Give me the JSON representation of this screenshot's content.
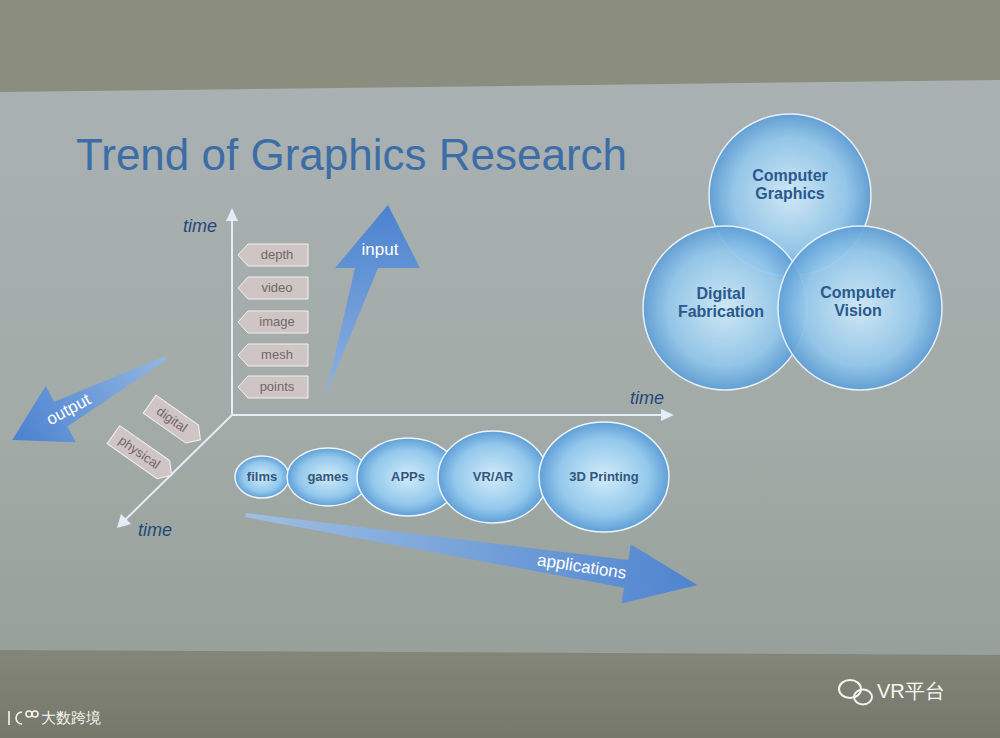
{
  "diagram": {
    "title": "Trend of Graphics Research",
    "nodes": [
      {
        "text": [
          "Computer Graphics"
        ]
      },
      {
        "text": [
          "Digital Fabrication"
        ]
      },
      {
        "text": [
          "Computer Vision"
        ]
      },
      {
        "text": [
          "depth"
        ]
      },
      {
        "text": [
          "video"
        ]
      },
      {
        "text": [
          "image"
        ]
      },
      {
        "text": [
          "mesh"
        ]
      },
      {
        "text": [
          "points"
        ]
      },
      {
        "text": [
          "input"
        ]
      },
      {
        "text": [
          "output"
        ]
      },
      {
        "text": [
          "digital"
        ]
      },
      {
        "text": [
          "physical"
        ]
      },
      {
        "text": [
          "films"
        ]
      },
      {
        "text": [
          "games"
        ]
      },
      {
        "text": [
          "APPs"
        ]
      },
      {
        "text": [
          "VR/AR"
        ]
      },
      {
        "text": [
          "3D Printing"
        ]
      },
      {
        "text": [
          "applications"
        ]
      }
    ],
    "labels": [
      "time",
      "time",
      "time",
      "VR平台",
      "大数跨境"
    ]
  }
}
